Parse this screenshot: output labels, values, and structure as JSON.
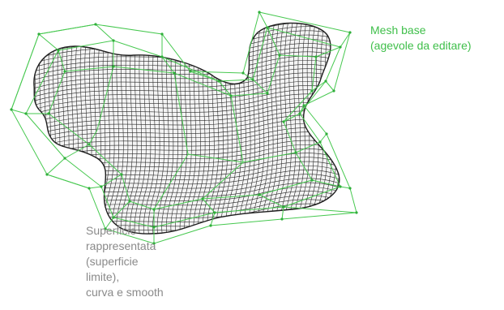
{
  "labels": {
    "cage": {
      "lines": [
        "Mesh base",
        "(agevole da editare)"
      ],
      "color": "#3fbf4a"
    },
    "limit_surface": {
      "lines": [
        "Superficie",
        "rappresentata",
        "(superficie",
        "limite),",
        "curva e smooth"
      ],
      "color": "#8a8a8a"
    }
  },
  "colors": {
    "cage_edges": "#46c84f",
    "cage_vertices": "#2fae3a",
    "surface_wire": "#2a2a2a",
    "surface_fill": "#f4f4f4"
  }
}
